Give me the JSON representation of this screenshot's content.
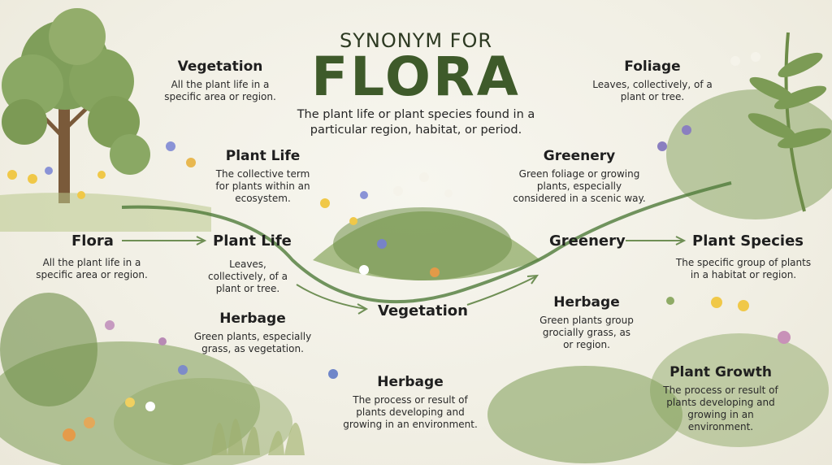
{
  "title": {
    "top": "SYNONYM FOR",
    "main": "FLORA",
    "subtitle": "The plant life or plant species found in a particular region, habitat, or period."
  },
  "blocks": {
    "vegetation": {
      "heading": "Vegetation",
      "desc": "All the plant life in a specific area or region."
    },
    "plant_life_top": {
      "heading": "Plant Life",
      "desc": "The collective term for plants within an ecosystem."
    },
    "plant_life_mid": {
      "heading": "Plant Life",
      "desc": "Leaves, collectively, of a plant or tree."
    },
    "flora": {
      "heading": "Flora",
      "desc": "All the plant life in a specific area or region."
    },
    "herbage_left": {
      "heading": "Herbage",
      "desc": "Green plants, especially grass, as vegetation."
    },
    "herbage_bottom": {
      "heading": "Herbage",
      "desc": "The process or result of plants developing and growing in an environment."
    },
    "foliage": {
      "heading": "Foliage",
      "desc": "Leaves, collectively, of a plant or tree."
    },
    "greenery_top": {
      "heading": "Greenery",
      "desc": "Green foliage or growing plants, especially considered in a scenic way."
    },
    "greenery_mid": {
      "heading": "Greenery"
    },
    "plant_species": {
      "heading": "Plant Species",
      "desc": "The specific group of plants in a habitat or region."
    },
    "herbage_right": {
      "heading": "Herbage",
      "desc": "Green plants group grocially grass, as or region."
    },
    "plant_growth": {
      "heading": "Plant Growth",
      "desc": "The process or result of plants developing and growing in an environment."
    },
    "vegetation_mid": {
      "heading": "Vegetation"
    }
  },
  "colors": {
    "accent": "#3e5a2a",
    "arrow": "#6f8f55",
    "curve": "#4f7a3a"
  },
  "icons": [
    "oak-tree-icon",
    "wildflower-icon",
    "fern-icon",
    "grass-icon"
  ]
}
